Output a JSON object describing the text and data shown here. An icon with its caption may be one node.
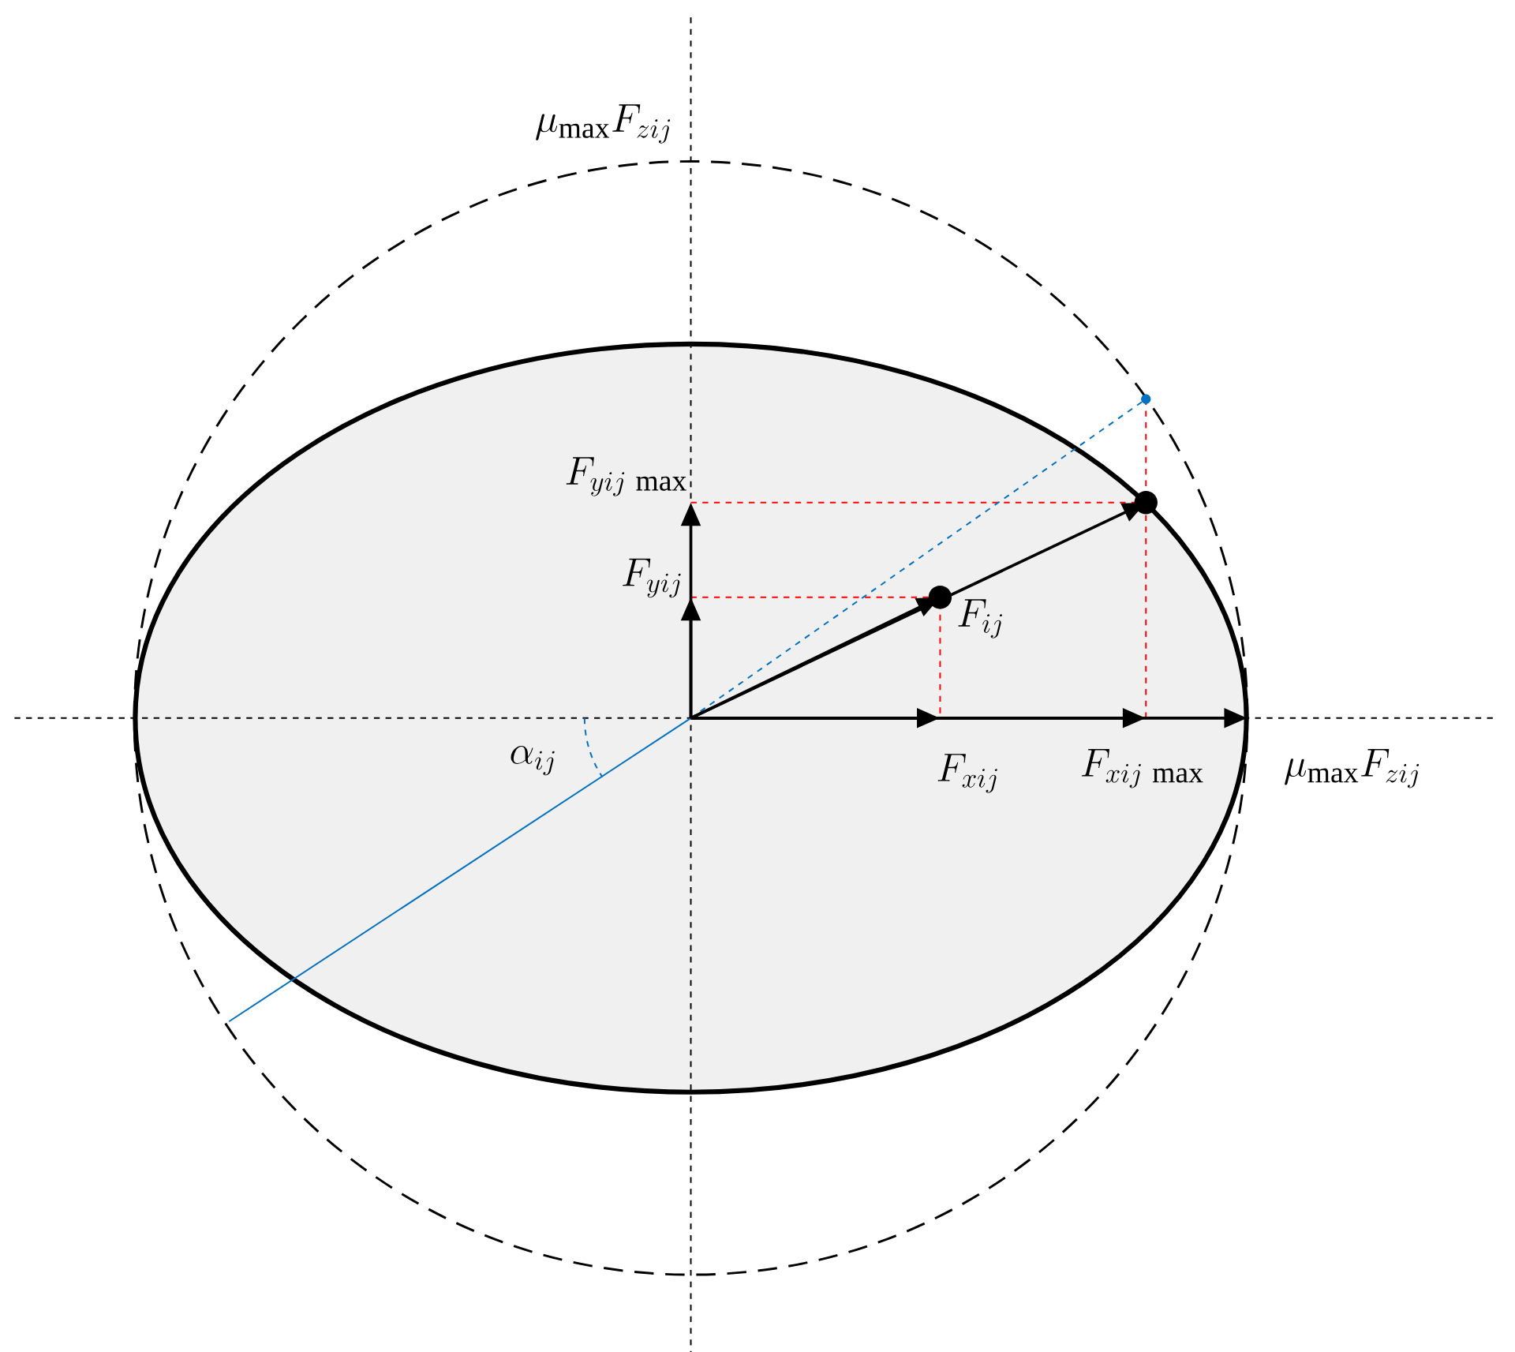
{
  "diagram": {
    "labels": [
      "\\mu_{\\max}F_{zij}",
      "F_{yij\\,\\max}",
      "F_{yij}",
      "F_{ij}",
      "\\alpha_{ij}",
      "F_{xij}",
      "F_{xij\\,\\max}",
      "\\mu_{\\max}F_{zij}"
    ]
  }
}
